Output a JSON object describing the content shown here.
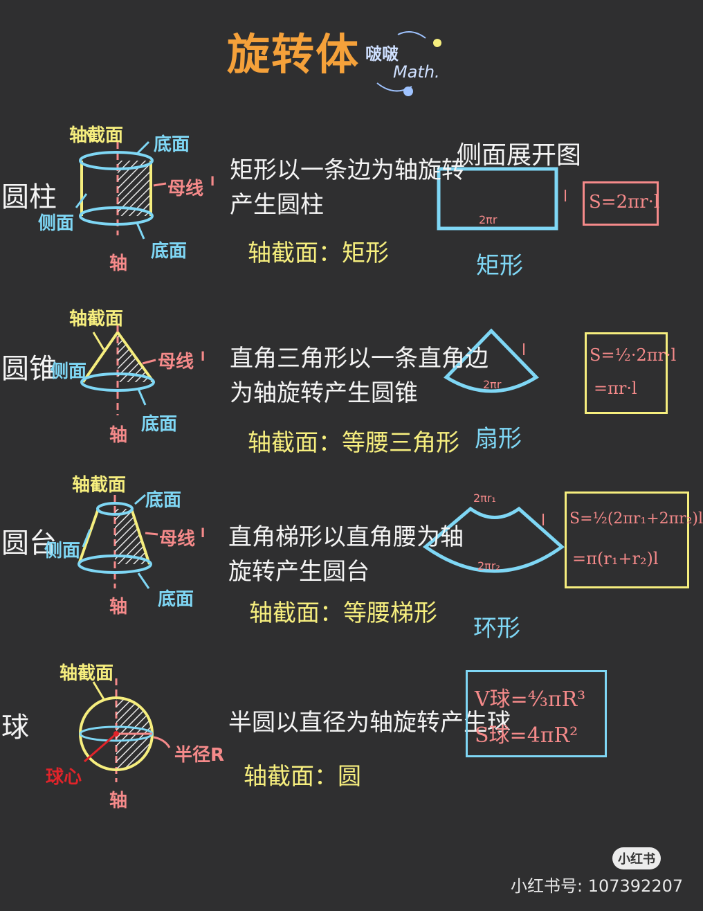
{
  "title": "旋转体",
  "brand": {
    "text1": "啵啵",
    "text2": "Math."
  },
  "labels": {
    "axis_section": "轴截面",
    "bottom": "底面",
    "side": "侧面",
    "generatrix": "母线",
    "l": "l",
    "axis": "轴",
    "radius": "半径R",
    "center": "球心"
  },
  "unfold_header": "侧面展开图",
  "rows": [
    {
      "name": "圆柱",
      "desc_line1": "矩形以一条边为轴旋转",
      "desc_line2": "产生圆柱",
      "section_label": "轴截面：矩形",
      "net_name": "矩形",
      "net_label": "2πr",
      "formula1": "S=2πr·l",
      "formula2": ""
    },
    {
      "name": "圆锥",
      "desc_line1": "直角三角形以一条直角边",
      "desc_line2": "为轴旋转产生圆锥",
      "section_label": "轴截面：等腰三角形",
      "net_name": "扇形",
      "net_label": "2πr",
      "formula1": "S=½·2πr·l",
      "formula2": "=πr·l"
    },
    {
      "name": "圆台",
      "desc_line1": "直角梯形以直角腰为轴",
      "desc_line2": "旋转产生圆台",
      "section_label": "轴截面：等腰梯形",
      "net_name": "环形",
      "net_label_top": "2πr₁",
      "net_label": "2πr₂",
      "formula1": "S=½(2πr₁+2πr₂)l",
      "formula2": "=π(r₁+r₂)l"
    },
    {
      "name": "球",
      "desc_line1": "半圆以直径为轴旋转产生球",
      "desc_line2": "",
      "section_label": "轴截面：圆",
      "formula1": "V球=⁴⁄₃πR³",
      "formula2": "S球=4πR²"
    }
  ],
  "watermark": {
    "badge": "小红书",
    "id": "小红书号: 107392207"
  },
  "colors": {
    "background": "#2f2f30",
    "title": "#f5a13a",
    "yellow": "#f6ee7e",
    "blue": "#7fd7f5",
    "pink": "#f58a8a",
    "red": "#e0242a"
  }
}
